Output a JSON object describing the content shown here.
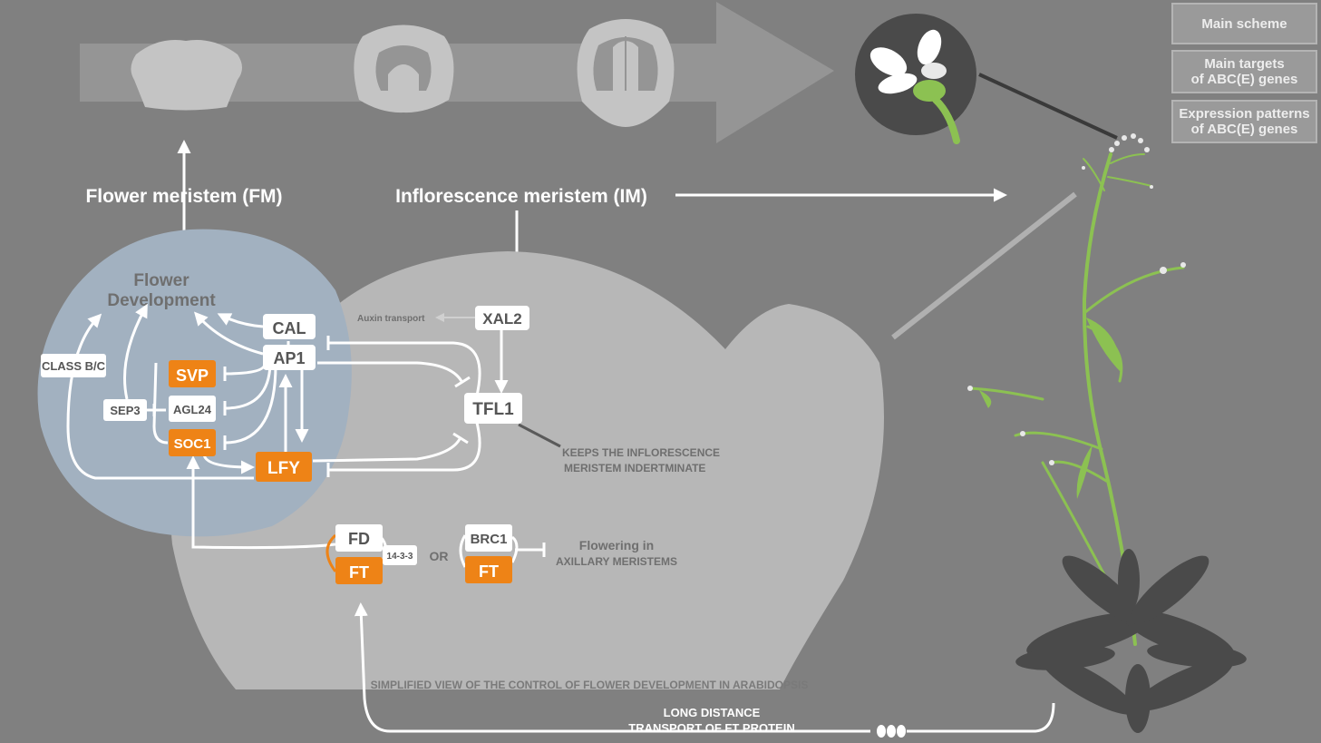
{
  "nav": {
    "main_scheme": "Main scheme",
    "main_targets_line1": "Main targets",
    "main_targets_line2": "of ABC(E) genes",
    "expression_line1": "Expression patterns",
    "expression_line2": "of ABC(E) genes"
  },
  "labels": {
    "flower_meristem": "Flower meristem (FM)",
    "inflorescence_meristem": "Inflorescence meristem (IM)",
    "flower_development_line1": "Flower",
    "flower_development_line2": "Development",
    "auxin_transport": "Auxin transport",
    "keeps_line1": "KEEPS THE INFLORESCENCE",
    "keeps_line2": "MERISTEM INDERTMINATE",
    "or": "OR",
    "flowering_line1": "Flowering in",
    "flowering_line2": "AXILLARY MERISTEMS",
    "simplified_view": "SIMPLIFIED VIEW OF THE CONTROL OF FLOWER DEVELOPMENT IN ARABIDOPSIS",
    "long_distance_line1": "LONG DISTANCE",
    "long_distance_line2": "TRANSPORT OF FT PROTEIN"
  },
  "genes": {
    "cal": "CAL",
    "ap1": "AP1",
    "xal2": "XAL2",
    "tfl1": "TFL1",
    "svp": "SVP",
    "agl24": "AGL24",
    "soc1": "SOC1",
    "lfy": "LFY",
    "sep3": "SEP3",
    "class_bc": "CLASS B/C",
    "fd": "FD",
    "ft": "FT",
    "protein_1433": "14-3-3",
    "brc1": "BRC1",
    "ft2": "FT"
  },
  "colors": {
    "background": "#808080",
    "orange_gene": "#ee8316",
    "white_gene": "#ffffff",
    "fm_zone": "#a2b1c0",
    "im_zone": "#b7b7b7",
    "plant_green": "#8cc152"
  }
}
